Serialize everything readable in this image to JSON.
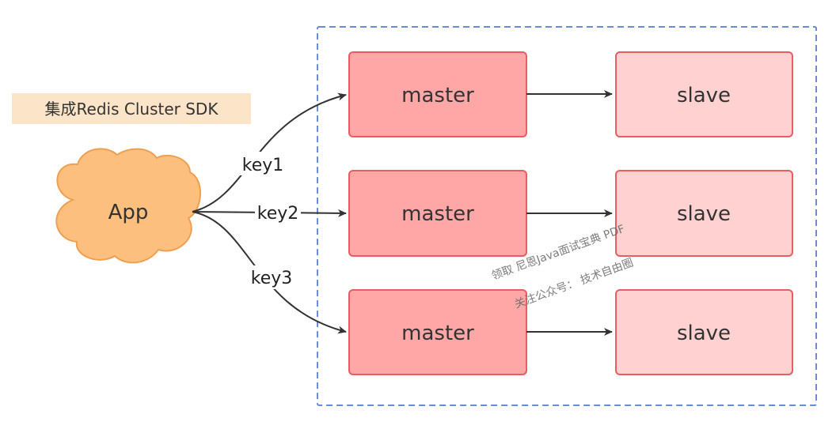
{
  "sdk_label": {
    "text": "集成Redis Cluster SDK",
    "bg_color": "#FCE4C8"
  },
  "app_node": {
    "label": "App",
    "fill_color": "#FDBF7E",
    "stroke_color": "#EE9F52"
  },
  "edges": {
    "key1": "key1",
    "key2": "key2",
    "key3": "key3"
  },
  "master_nodes": [
    {
      "label": "master"
    },
    {
      "label": "master"
    },
    {
      "label": "master"
    }
  ],
  "slave_nodes": [
    {
      "label": "slave"
    },
    {
      "label": "slave"
    },
    {
      "label": "slave"
    }
  ],
  "colors": {
    "master_fill": "#FFA6A6",
    "master_stroke": "#E85D63",
    "slave_fill": "#FFD1D0",
    "slave_stroke": "#E85D63",
    "cluster_border": "#6A8BD6",
    "arrow": "#333333"
  },
  "watermark": {
    "line1": "领取 尼恩Java面试宝典 PDF",
    "line2": "关注公众号： 技术自由圈"
  }
}
